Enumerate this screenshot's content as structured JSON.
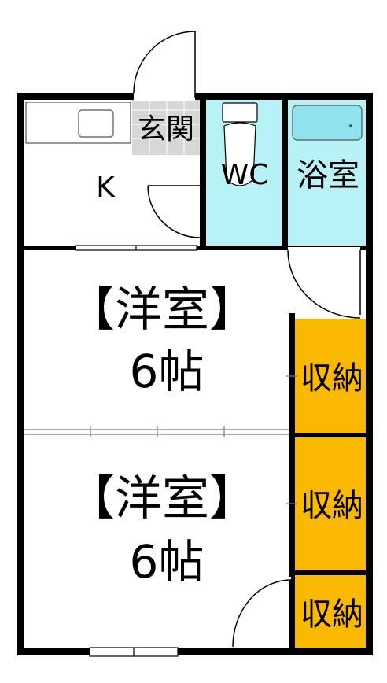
{
  "rooms": {
    "kitchen": {
      "label": "K"
    },
    "entrance": {
      "label": "玄関"
    },
    "toilet": {
      "label": "WC"
    },
    "bath": {
      "label": "浴室"
    },
    "western_room_1": {
      "title": "【洋室】",
      "size": "6帖"
    },
    "western_room_2": {
      "title": "【洋室】",
      "size": "6帖"
    },
    "storage_1": {
      "label": "収納"
    },
    "storage_2": {
      "label": "収納"
    },
    "storage_3": {
      "label": "収納"
    }
  },
  "colors": {
    "wall": "#000000",
    "wet_area": "#b8f1f6",
    "storage": "#fbb800",
    "entrance_tile": "#d7d7d7",
    "floor": "#ffffff",
    "fixture_line": "#555555"
  }
}
